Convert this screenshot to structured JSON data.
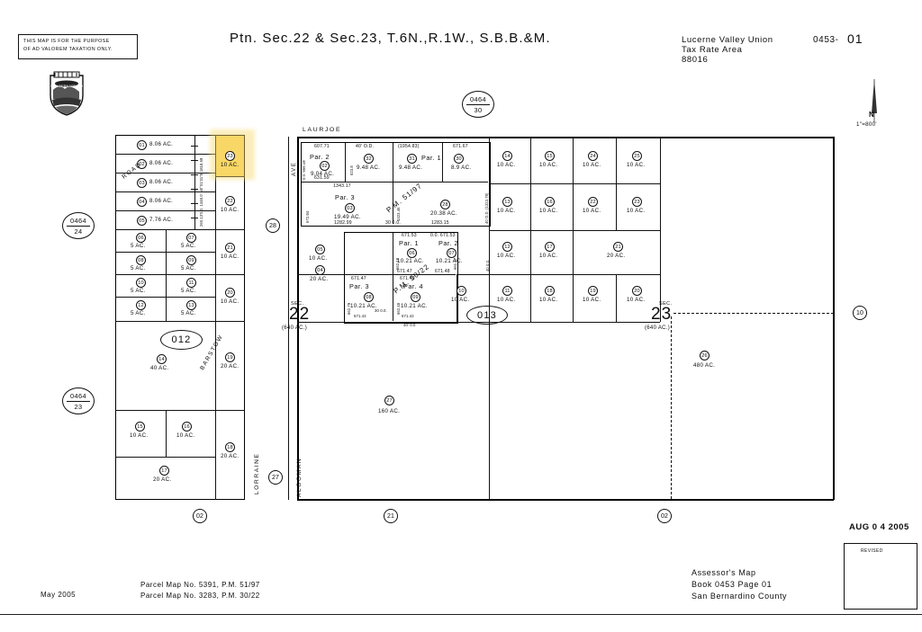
{
  "document": {
    "title": "Ptn. Sec.22 & Sec.23, T.6N.,R.1W., S.B.B.&M.",
    "disclaimer_line1": "THIS MAP IS FOR THE PURPOSE",
    "disclaimer_line2": "OF AD VALOREM TAXATION ONLY.",
    "seal_name": "county-seal",
    "tra_district": "Lucerne Valley Union",
    "tra_label": "Tax Rate Area",
    "tra_code": "88016",
    "book_page": "0453-",
    "book_page_suffix": "01",
    "scale": "1\"=800'",
    "north_arrow": "north-arrow",
    "date_stamp": "AUG 0 4 2005",
    "revised_label": "REVISED",
    "assessor_line1": "Assessor's Map",
    "assessor_line2": "Book 0453 Page 01",
    "assessor_line3": "San Bernardino County",
    "month_year": "May 2005",
    "reference_line1": "Parcel Map No. 5391, P.M. 51/97",
    "reference_line2": "Parcel Map No. 3283, P.M. 30/22"
  },
  "tra_markers": [
    {
      "name": "tra-0464-30",
      "top": "0464",
      "bottom": "30"
    },
    {
      "name": "tra-0464-24",
      "top": "0464",
      "bottom": "24"
    },
    {
      "name": "tra-0464-23",
      "top": "0464",
      "bottom": "23"
    }
  ],
  "book_markers": [
    {
      "name": "book-012",
      "label": "012"
    },
    {
      "name": "book-013",
      "label": "013"
    }
  ],
  "edge_markers": [
    {
      "name": "edge-28",
      "label": "28"
    },
    {
      "name": "edge-27",
      "label": "27"
    },
    {
      "name": "edge-10",
      "label": "10"
    },
    {
      "name": "edge-02-left",
      "label": "02"
    },
    {
      "name": "edge-21-bottom",
      "label": "21"
    },
    {
      "name": "edge-02-right",
      "label": "02"
    }
  ],
  "sections": [
    {
      "name": "section-22",
      "number": "22",
      "label": "SEC.",
      "acreage": "(640 AC.)"
    },
    {
      "name": "section-23",
      "number": "23",
      "label": "SEC.",
      "acreage": "(640 AC.)"
    }
  ],
  "streets": [
    {
      "name": "street-laurjoe",
      "label": "LAURJOE"
    },
    {
      "name": "street-ave",
      "label": "AVE"
    },
    {
      "name": "street-road",
      "label": "ROAD"
    },
    {
      "name": "street-barstow",
      "label": "BARSTOW"
    },
    {
      "name": "street-lorraine",
      "label": "LORRAINE"
    },
    {
      "name": "street-algoman",
      "label": "ALGOMAN"
    }
  ],
  "parcel_map_labels": [
    {
      "name": "pm-51-97",
      "label": "P.M. 51/97"
    },
    {
      "name": "pm-30-22",
      "label": "P.M. 30/22"
    }
  ],
  "west_strip_parcels": [
    {
      "id": "01",
      "acreage": "8.06 AC."
    },
    {
      "id": "02",
      "acreage": "8.06 AC."
    },
    {
      "id": "03",
      "acreage": "8.06 AC."
    },
    {
      "id": "04",
      "acreage": "8.06 AC."
    },
    {
      "id": "05",
      "acreage": "7.76 AC."
    }
  ],
  "west_small_parcels": [
    {
      "id": "06",
      "acreage": "5 AC."
    },
    {
      "id": "07",
      "acreage": "5 AC."
    },
    {
      "id": "08",
      "acreage": "5 AC."
    },
    {
      "id": "09",
      "acreage": "5 AC."
    },
    {
      "id": "10",
      "acreage": "5 AC."
    },
    {
      "id": "11",
      "acreage": "5 AC."
    },
    {
      "id": "12",
      "acreage": "5 AC."
    },
    {
      "id": "13",
      "acreage": "5 AC."
    }
  ],
  "west_column_parcels": [
    {
      "id": "23",
      "acreage": "10 AC.",
      "highlighted": true
    },
    {
      "id": "22",
      "acreage": "10 AC.",
      "highlighted": false
    },
    {
      "id": "21",
      "acreage": "10 AC.",
      "highlighted": false
    },
    {
      "id": "20",
      "acreage": "10 AC.",
      "highlighted": false
    },
    {
      "id": "19",
      "acreage": "20 AC.",
      "highlighted": false
    },
    {
      "id": "18",
      "acreage": "20 AC.",
      "highlighted": false
    }
  ],
  "west_large_parcels": [
    {
      "id": "14",
      "acreage": "40 AC."
    },
    {
      "id": "15",
      "acreage": "10 AC."
    },
    {
      "id": "16",
      "acreage": "10 AC."
    },
    {
      "id": "17",
      "acreage": "20 AC."
    }
  ],
  "pm5191_parcels": [
    {
      "id": "02",
      "par": "Par. 2",
      "acreage": "9.04 AC.",
      "dim_top": "607.71",
      "dim_left": "672.94",
      "dim_left2": "0.0. 655.19",
      "dim_bottom": "631.59"
    },
    {
      "id": "32",
      "par": "",
      "acreage": "9.48 AC.",
      "dim_top": "40' O.D.",
      "dim_left": "623.8",
      "dim_bottom": ""
    },
    {
      "id": "31",
      "par": "",
      "acreage": "9.48 AC.",
      "dim_top": "(1954.83)",
      "dim_bottom": ""
    },
    {
      "id": "30",
      "par": "Par. 1",
      "acreage": "8.9 AC.",
      "dim_top": "671.67",
      "dim_right": "40 O.D. (1323.78)"
    },
    {
      "id": "03",
      "par": "Par. 3",
      "acreage": "19.49 AC.",
      "dim_top": "1343.17",
      "dim_bottom": "1282.99"
    },
    {
      "id": "28",
      "par": "",
      "acreage": "20.38 AC.",
      "dim_left": "1323.46",
      "dim_bottom": "1283.15",
      "dim_bottom2": "30 0.0."
    }
  ],
  "pm3283_parcels": [
    {
      "id": "05",
      "par": "",
      "acreage": "10 AC."
    },
    {
      "id": "06",
      "par": "Par. 1",
      "acreage": "10.21 AC.",
      "dim_top": "671.53",
      "dim_top2": "30",
      "dim_left": "662.18",
      "dim_bottom": "671.47"
    },
    {
      "id": "07",
      "par": "Par. 2",
      "acreage": "10.21 AC.",
      "dim_top": "0.0. 671.53",
      "dim_right": "661.47",
      "dim_bottom": "671.48"
    },
    {
      "id": "08",
      "par": "Par. 3",
      "acreage": "10.21 AC.",
      "dim_top": "671.47",
      "dim_left": "662.79",
      "dim_bottom": "671.42",
      "dim_bottom2": "30 0.0."
    },
    {
      "id": "09",
      "par": "Par. 4",
      "acreage": "10.21 AC.",
      "dim_top": "671.42",
      "dim_left": "662.48",
      "dim_bottom": "671.42",
      "dim_bottom2": "40' 0.0"
    },
    {
      "id": "04",
      "par": "",
      "acreage": "20 AC."
    },
    {
      "id": "10",
      "par": "",
      "acreage": "10 AC.",
      "dim_right": "40 0.0."
    }
  ],
  "grid_parcels_row1": [
    {
      "id": "14",
      "acreage": "10 AC."
    },
    {
      "id": "15",
      "acreage": "10 AC."
    },
    {
      "id": "24",
      "acreage": "10 AC."
    },
    {
      "id": "25",
      "acreage": "10 AC."
    }
  ],
  "grid_parcels_row2": [
    {
      "id": "13",
      "acreage": "10 AC."
    },
    {
      "id": "16",
      "acreage": "10 AC."
    },
    {
      "id": "22",
      "acreage": "10 AC."
    },
    {
      "id": "23",
      "acreage": "10 AC."
    }
  ],
  "grid_parcels_row3": [
    {
      "id": "12",
      "acreage": "10 AC."
    },
    {
      "id": "17",
      "acreage": "10 AC."
    },
    {
      "id": "21",
      "acreage": "20 AC."
    }
  ],
  "grid_parcels_row4": [
    {
      "id": "11",
      "acreage": "10 AC."
    },
    {
      "id": "18",
      "acreage": "10 AC."
    },
    {
      "id": "19",
      "acreage": "10 AC."
    },
    {
      "id": "20",
      "acreage": "10 AC."
    }
  ],
  "large_parcels": [
    {
      "name": "parcel-27",
      "id": "27",
      "acreage": "160 AC."
    },
    {
      "name": "parcel-26",
      "id": "26",
      "acreage": "480 AC."
    }
  ],
  "dimensions_misc": {
    "west_strip_vertical": "260.13'0.0. 1348.0' N0°01'31\"E 1818.59",
    "d_40od_a": "40 0.0.",
    "d_30od": "30 0.0."
  }
}
